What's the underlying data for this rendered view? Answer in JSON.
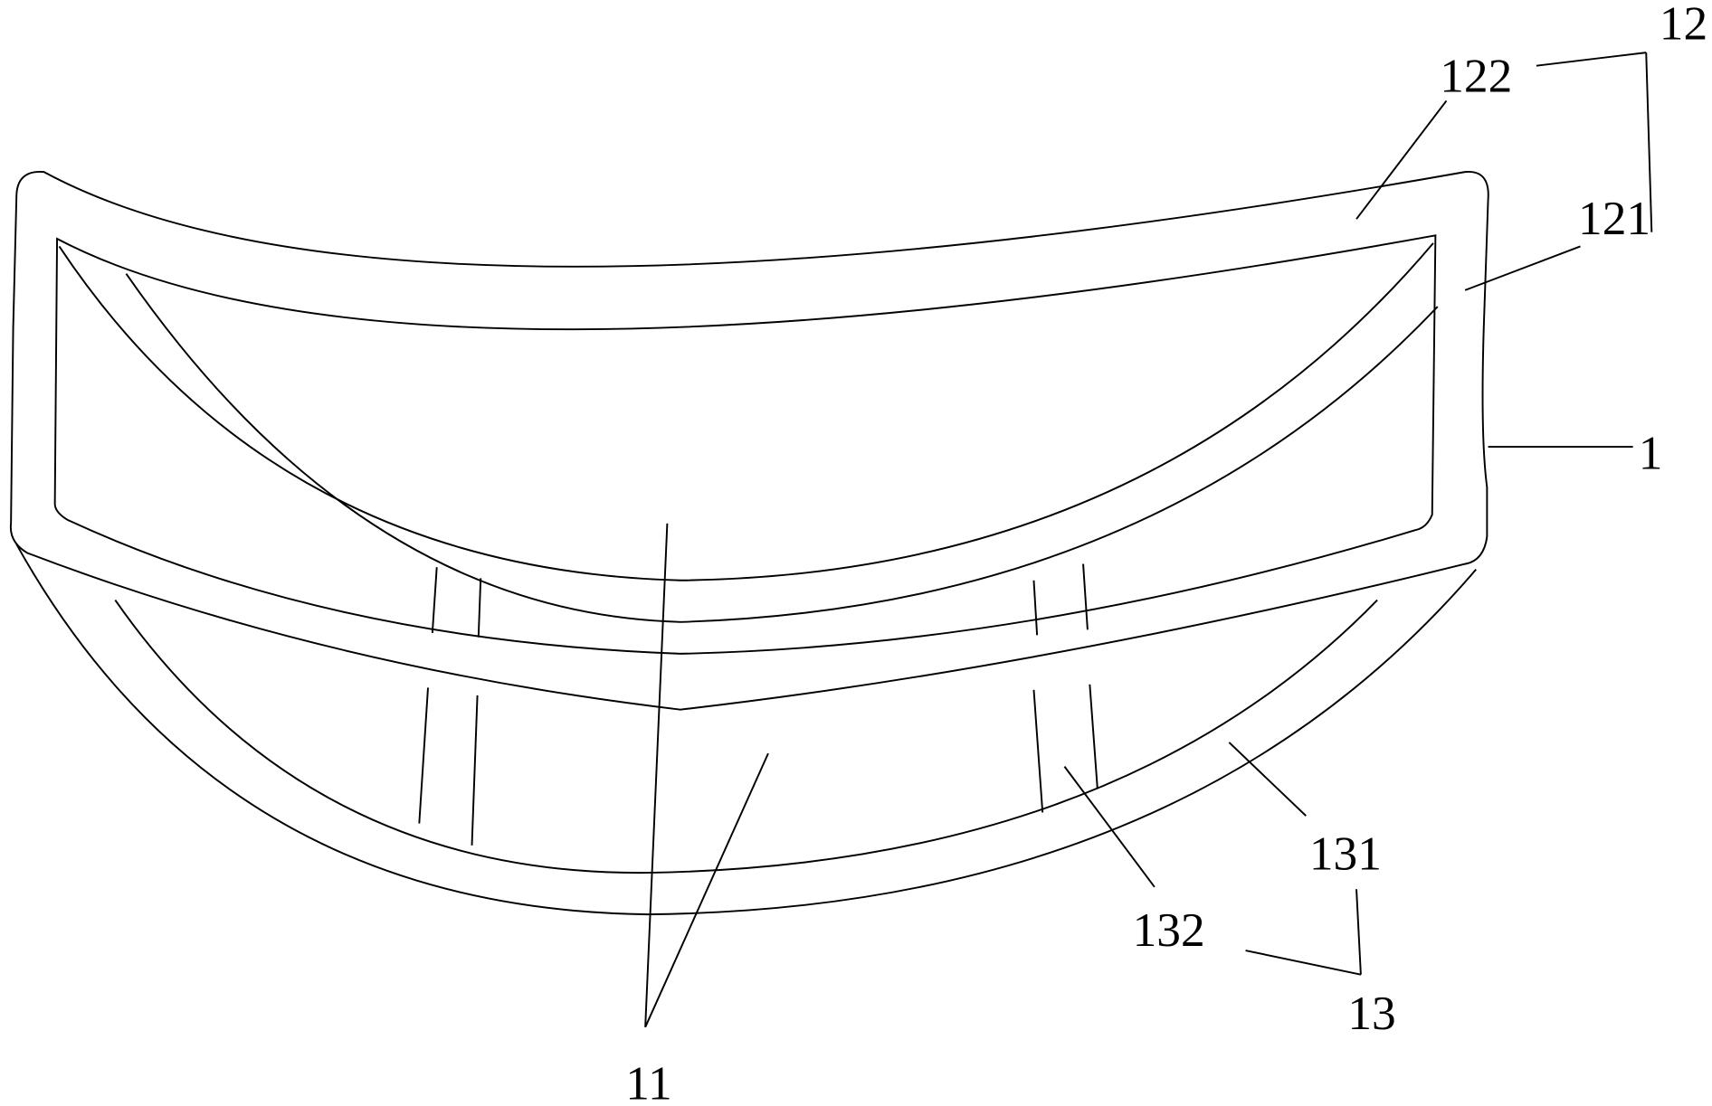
{
  "figure": {
    "labels": {
      "l12": "12",
      "l122": "122",
      "l121": "121",
      "l1": "1",
      "l131": "131",
      "l132": "132",
      "l13": "13",
      "l11": "11"
    }
  }
}
